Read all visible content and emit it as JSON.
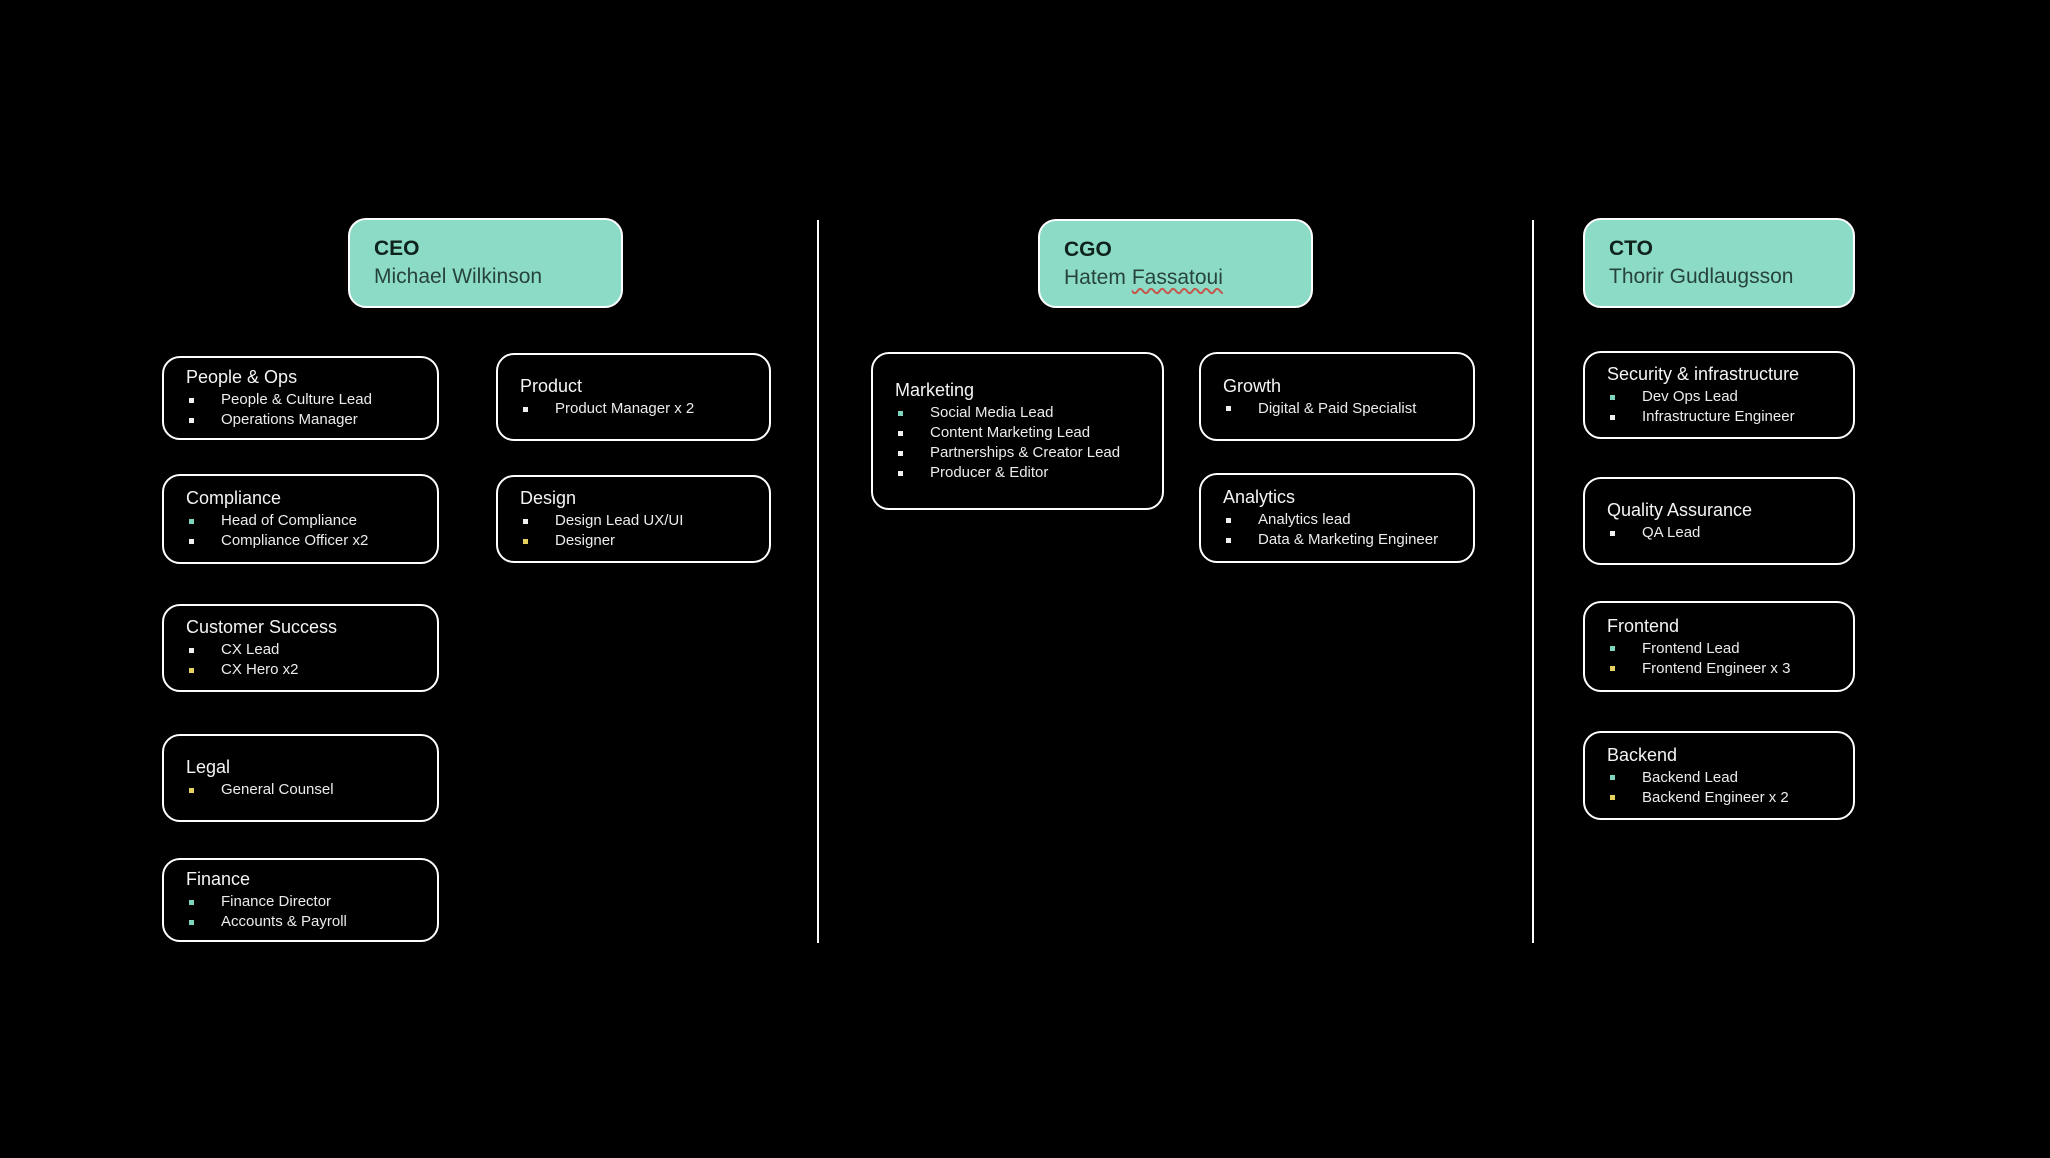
{
  "colors": {
    "background": "#000000",
    "executive_fill": "#8cdbc6",
    "card_border": "#ffffff",
    "bullet_white": "#f0f0f0",
    "bullet_teal": "#7ed4bd",
    "bullet_yellow": "#e5d15f",
    "spellcheck_squiggle": "#c4584c"
  },
  "executives": {
    "ceo": {
      "role": "CEO",
      "name_plain": "Michael Wilkinson",
      "name_flagged": ""
    },
    "cgo": {
      "role": "CGO",
      "name_plain": "Hatem",
      "name_flagged": "Fassatoui"
    },
    "cto": {
      "role": "CTO",
      "name_plain": "Thorir Gudlaugsson",
      "name_flagged": ""
    }
  },
  "departments": {
    "people_ops": {
      "title": "People & Ops",
      "members": [
        {
          "label": "People & Culture Lead",
          "color": "white"
        },
        {
          "label": "Operations Manager",
          "color": "white"
        }
      ]
    },
    "compliance": {
      "title": "Compliance",
      "members": [
        {
          "label": "Head of Compliance",
          "color": "teal"
        },
        {
          "label": "Compliance Officer x2",
          "color": "white"
        }
      ]
    },
    "customer_success": {
      "title": "Customer Success",
      "members": [
        {
          "label": "CX Lead",
          "color": "white"
        },
        {
          "label": "CX Hero x2",
          "color": "yellow"
        }
      ]
    },
    "legal": {
      "title": "Legal",
      "members": [
        {
          "label": "General Counsel",
          "color": "yellow"
        }
      ]
    },
    "finance": {
      "title": "Finance",
      "members": [
        {
          "label": "Finance Director",
          "color": "teal"
        },
        {
          "label": "Accounts & Payroll",
          "color": "teal"
        }
      ]
    },
    "product": {
      "title": "Product",
      "members": [
        {
          "label": "Product Manager x 2",
          "color": "white"
        }
      ]
    },
    "design": {
      "title": "Design",
      "members": [
        {
          "label": "Design Lead UX/UI",
          "color": "white"
        },
        {
          "label": "Designer",
          "color": "yellow"
        }
      ]
    },
    "marketing": {
      "title": "Marketing",
      "members": [
        {
          "label": "Social Media Lead",
          "color": "teal"
        },
        {
          "label": "Content Marketing Lead",
          "color": "white"
        },
        {
          "label": "Partnerships & Creator Lead",
          "color": "white"
        },
        {
          "label": "Producer & Editor",
          "color": "white"
        }
      ]
    },
    "growth": {
      "title": "Growth",
      "members": [
        {
          "label": "Digital & Paid Specialist",
          "color": "white"
        }
      ]
    },
    "analytics": {
      "title": "Analytics",
      "members": [
        {
          "label": "Analytics lead",
          "color": "white"
        },
        {
          "label": "Data & Marketing Engineer",
          "color": "white"
        }
      ]
    },
    "security_infrastructure": {
      "title": "Security & infrastructure",
      "members": [
        {
          "label": "Dev Ops Lead",
          "color": "teal"
        },
        {
          "label": "Infrastructure Engineer",
          "color": "white"
        }
      ]
    },
    "quality_assurance": {
      "title": "Quality Assurance",
      "members": [
        {
          "label": "QA Lead",
          "color": "white"
        }
      ]
    },
    "frontend": {
      "title": "Frontend",
      "members": [
        {
          "label": "Frontend Lead",
          "color": "teal"
        },
        {
          "label": "Frontend Engineer x 3",
          "color": "yellow"
        }
      ]
    },
    "backend": {
      "title": "Backend",
      "members": [
        {
          "label": "Backend Lead",
          "color": "teal"
        },
        {
          "label": "Backend Engineer x 2",
          "color": "yellow"
        }
      ]
    }
  }
}
